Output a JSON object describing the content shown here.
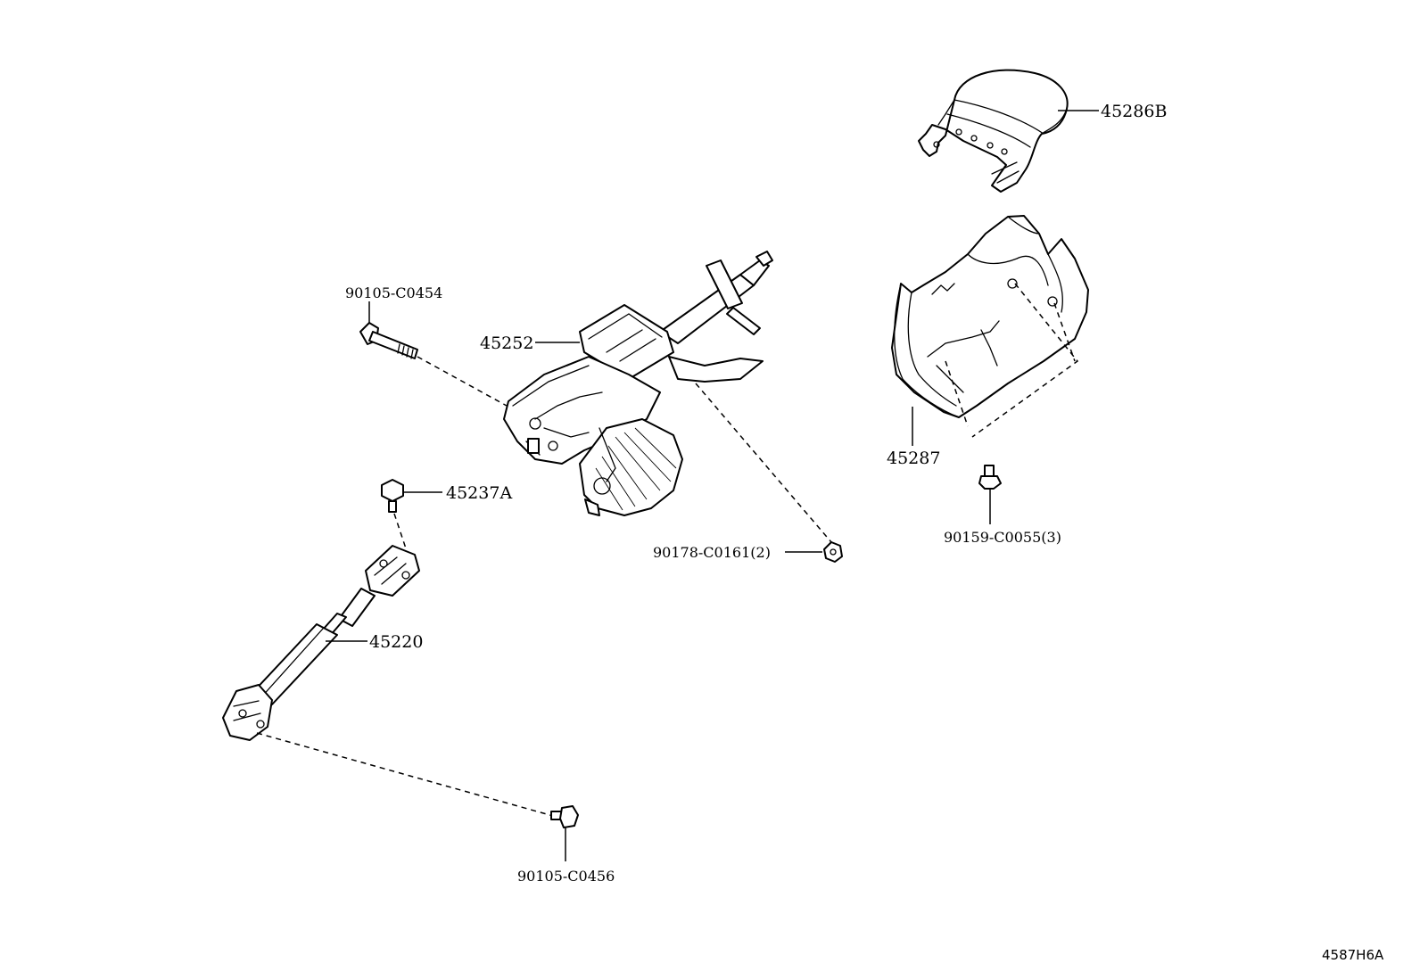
{
  "labels": {
    "p45286B": "45286B",
    "p45252": "45252",
    "p90105_C0454": "90105-C0454",
    "p45237A": "45237A",
    "p45287": "45287",
    "p90178_C0161": "90178-C0161(2)",
    "p90159_C0055": "90159-C0055(3)",
    "p45220": "45220",
    "p90105_C0456": "90105-C0456"
  },
  "reference": "4587H6A"
}
